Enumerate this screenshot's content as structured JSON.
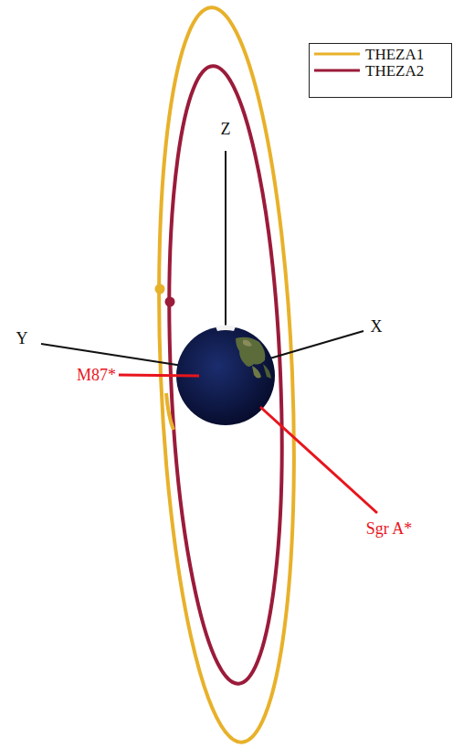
{
  "diagram": {
    "labels": [
      "Z",
      "Y",
      "X",
      "M87*",
      "Sgr A*"
    ],
    "legend": [
      {
        "text": "THEZA1"
      },
      {
        "text": "THEZA2"
      }
    ]
  }
}
